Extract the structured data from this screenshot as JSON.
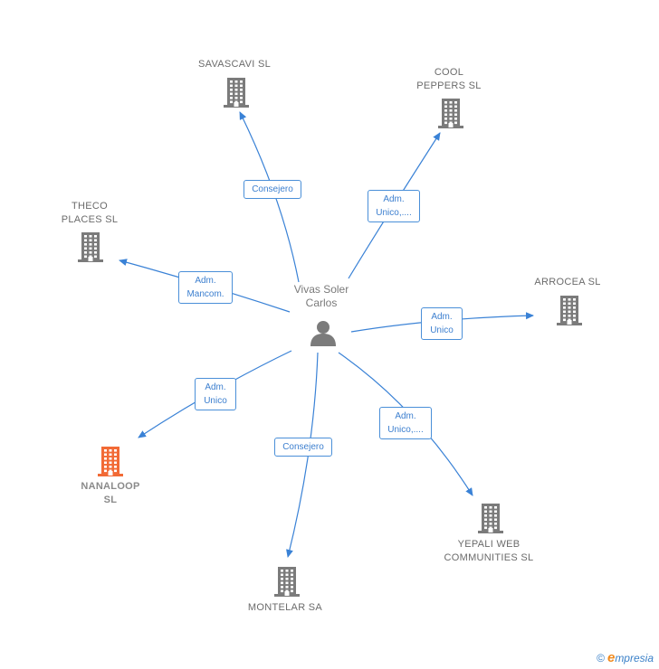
{
  "colors": {
    "edge": "#3a82d6",
    "building": "#7b7b7b",
    "building_highlight": "#f26a35",
    "person": "#7b7b7b"
  },
  "center": {
    "name_line1": "Vivas Soler",
    "name_line2": "Carlos",
    "icon": "person-icon"
  },
  "companies": [
    {
      "id": "savascavi",
      "lines": [
        "SAVASCAVI  SL"
      ],
      "relation": [
        "Consejero"
      ],
      "highlight": false,
      "icon": "building-icon"
    },
    {
      "id": "cool-peppers",
      "lines": [
        "COOL",
        "PEPPERS  SL"
      ],
      "relation": [
        "Adm.",
        "Unico,...."
      ],
      "highlight": false,
      "icon": "building-icon"
    },
    {
      "id": "theco-places",
      "lines": [
        "THECO",
        "PLACES  SL"
      ],
      "relation": [
        "Adm.",
        "Mancom."
      ],
      "highlight": false,
      "icon": "building-icon"
    },
    {
      "id": "arrocea",
      "lines": [
        "ARROCEA  SL"
      ],
      "relation": [
        "Adm.",
        "Unico"
      ],
      "highlight": false,
      "icon": "building-icon"
    },
    {
      "id": "nanaloop",
      "lines": [
        "NANALOOP",
        "SL"
      ],
      "relation": [
        "Adm.",
        "Unico"
      ],
      "highlight": true,
      "icon": "building-icon"
    },
    {
      "id": "montelar",
      "lines": [
        "MONTELAR SA"
      ],
      "relation": [
        "Consejero"
      ],
      "highlight": false,
      "icon": "building-icon"
    },
    {
      "id": "yepali",
      "lines": [
        "YEPALI WEB",
        "COMMUNITIES SL"
      ],
      "relation": [
        "Adm.",
        "Unico,...."
      ],
      "highlight": false,
      "icon": "building-icon"
    }
  ],
  "footer": {
    "copyright": "©",
    "brand_initial": "e",
    "brand_rest": "mpresia"
  }
}
